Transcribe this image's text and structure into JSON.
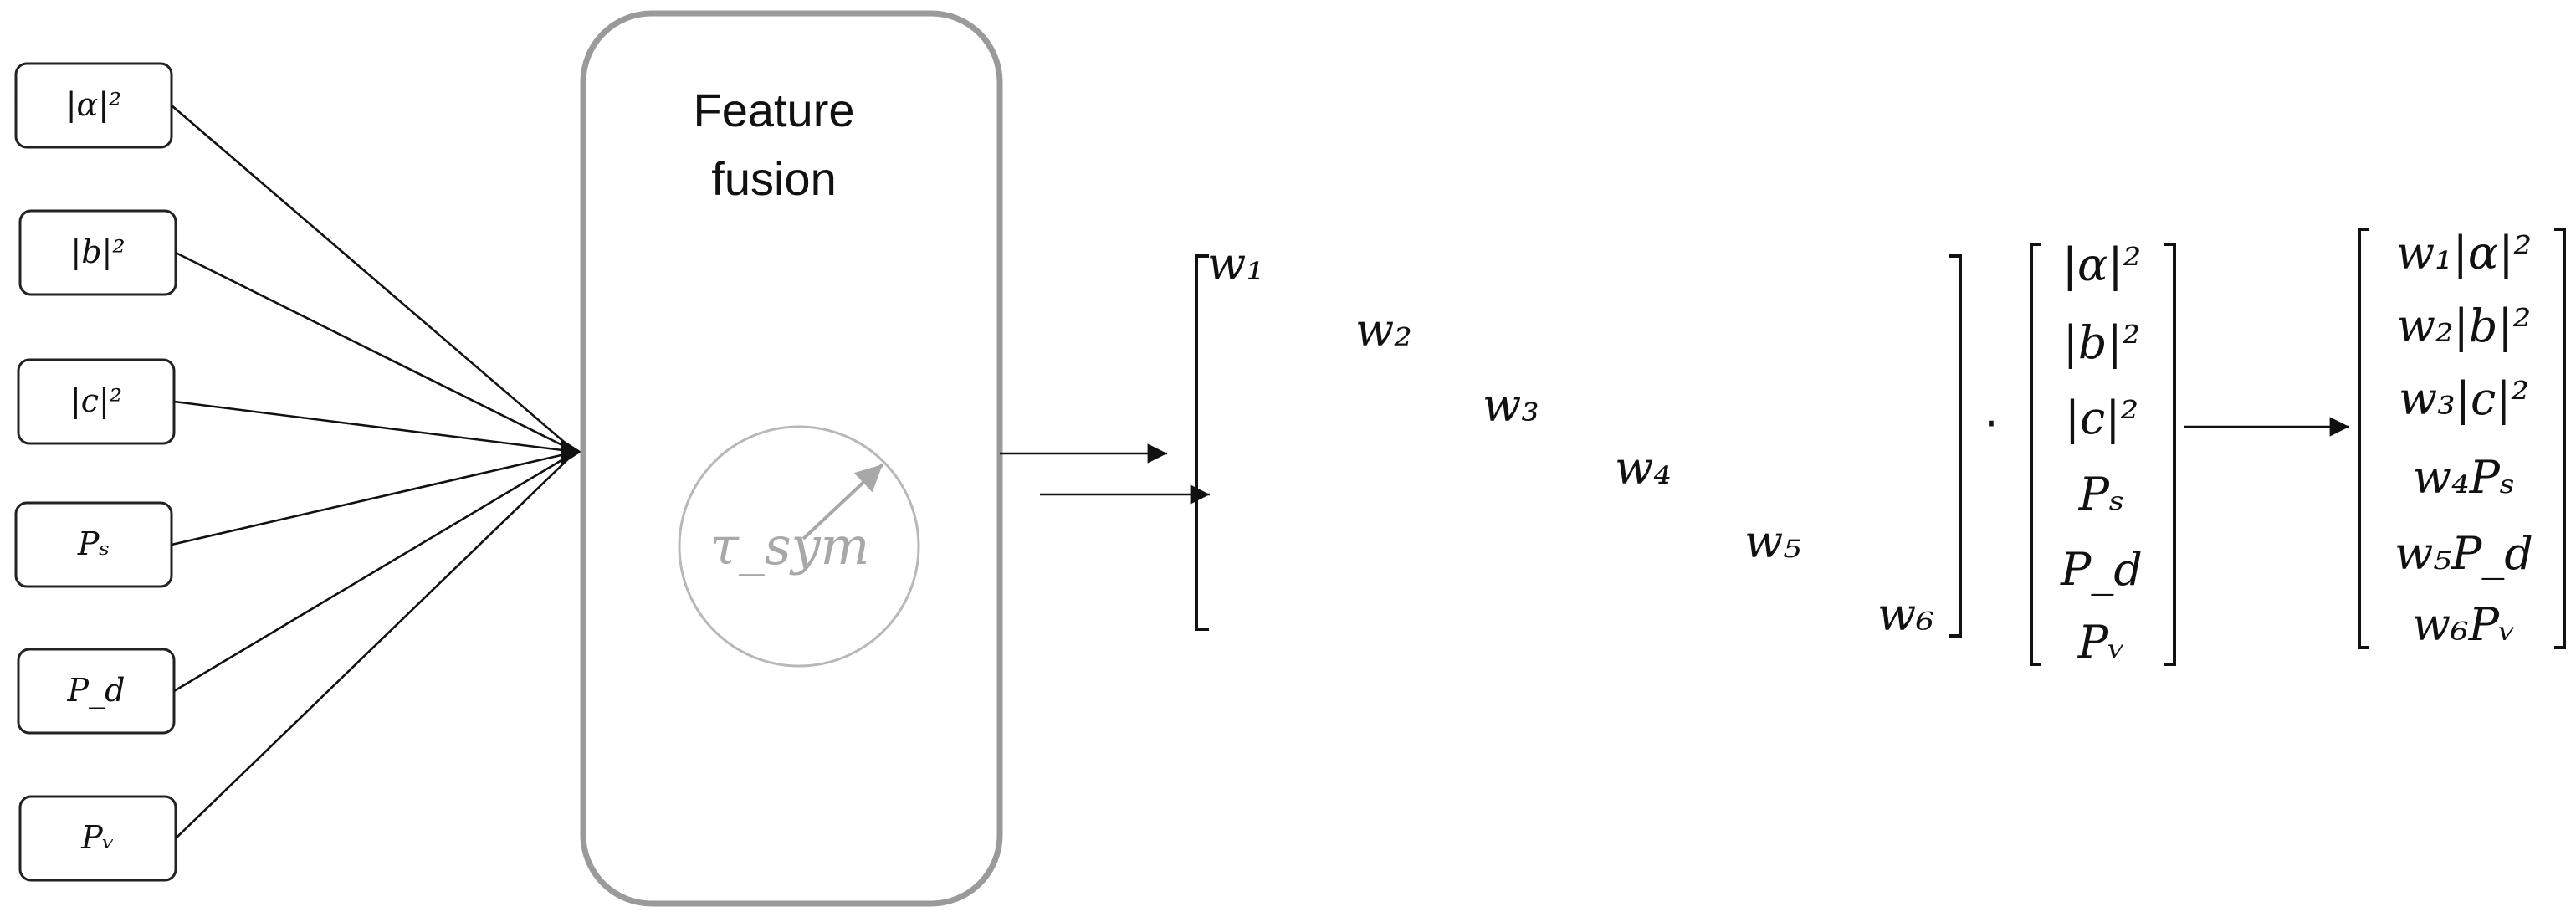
{
  "inputs": [
    {
      "id": "alpha",
      "label": "|α|²"
    },
    {
      "id": "b",
      "label": "|b|²"
    },
    {
      "id": "c",
      "label": "|c|²"
    },
    {
      "id": "ps",
      "label": "Pₛ"
    },
    {
      "id": "pd",
      "label": "P_d"
    },
    {
      "id": "pv",
      "label": "Pᵥ"
    }
  ],
  "fusion": {
    "title_line_1": "Feature",
    "title_line_2": "fusion",
    "symbol": "τ_sym"
  },
  "weight_matrix": [
    "w₁",
    "w₂",
    "w₃",
    "w₄",
    "w₅",
    "w₆"
  ],
  "operator": "·",
  "feature_vector": [
    "|α|²",
    "|b|²",
    "|c|²",
    "Pₛ",
    "P_d",
    "Pᵥ"
  ],
  "weighted_vector": [
    "w₁|α|²",
    "w₂|b|²",
    "w₃|c|²",
    "w₄Pₛ",
    "w₅P_d",
    "w₆Pᵥ"
  ]
}
